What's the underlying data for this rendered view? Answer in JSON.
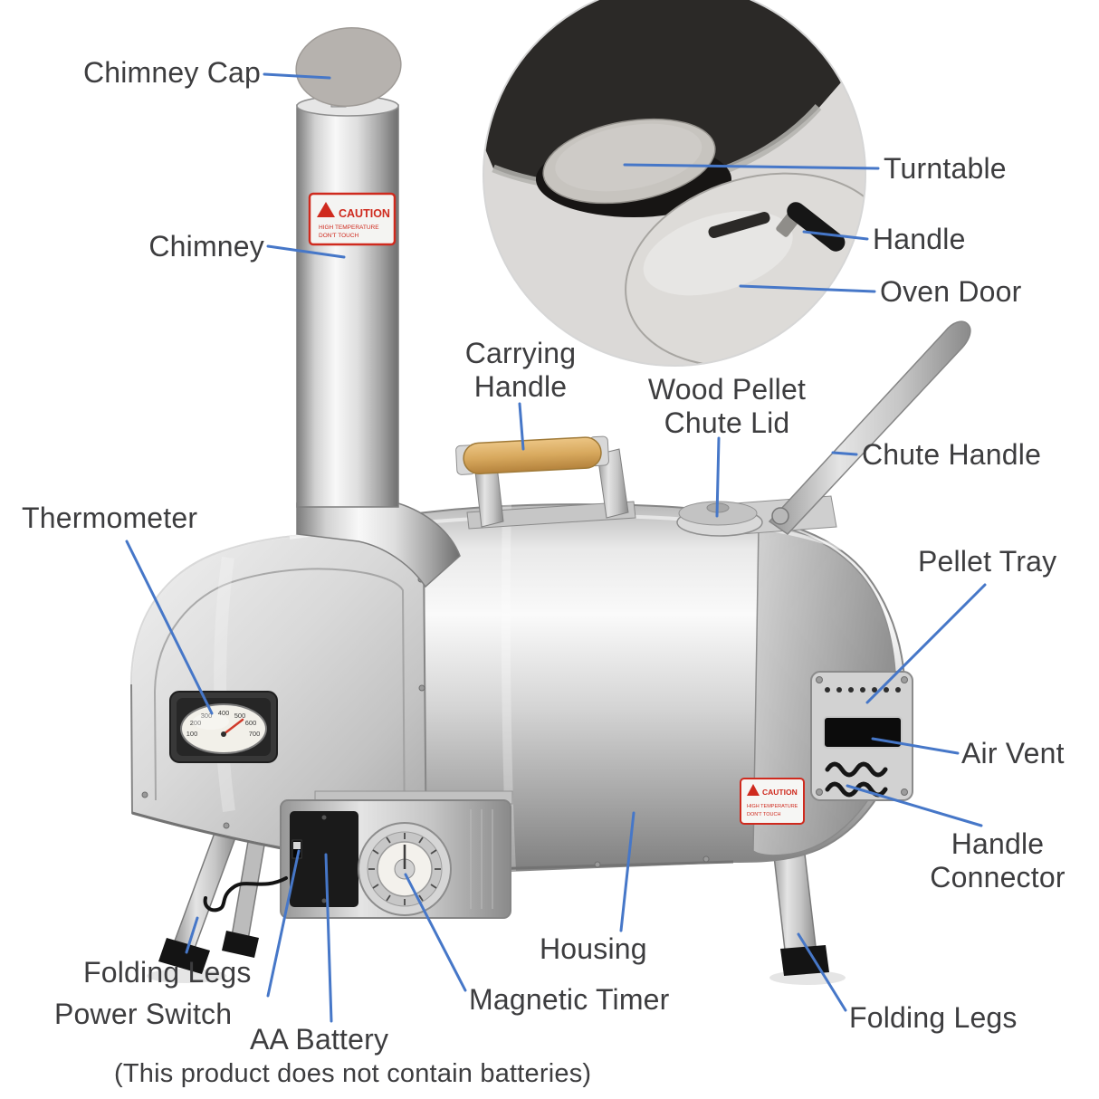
{
  "title": "Pizza Oven Parts Diagram",
  "colors": {
    "leader_line": "#4677c8",
    "caution_red": "#cf2a1e",
    "label_text": "#3d3d3f"
  },
  "labels": {
    "chimney_cap": "Chimney Cap",
    "chimney": "Chimney",
    "turntable": "Turntable",
    "handle": "Handle",
    "oven_door": "Oven Door",
    "carrying_handle": "Carrying Handle",
    "wood_pellet_chute_lid": "Wood Pellet Chute Lid",
    "chute_handle": "Chute Handle",
    "thermometer": "Thermometer",
    "pellet_tray": "Pellet Tray",
    "air_vent": "Air Vent",
    "handle_connector": "Handle Connector",
    "folding_legs_left": "Folding Legs",
    "power_switch": "Power Switch",
    "aa_battery": "AA Battery",
    "battery_note": "(This product does not contain batteries)",
    "magnetic_timer": "Magnetic Timer",
    "housing": "Housing",
    "folding_legs_right": "Folding Legs"
  },
  "stickers": {
    "caution": "CAUTION",
    "line1": "HIGH TEMPERATURE",
    "line2": "DON'T TOUCH"
  },
  "gauge": {
    "ticks": [
      "100",
      "200",
      "300",
      "400",
      "500",
      "600",
      "700"
    ]
  }
}
